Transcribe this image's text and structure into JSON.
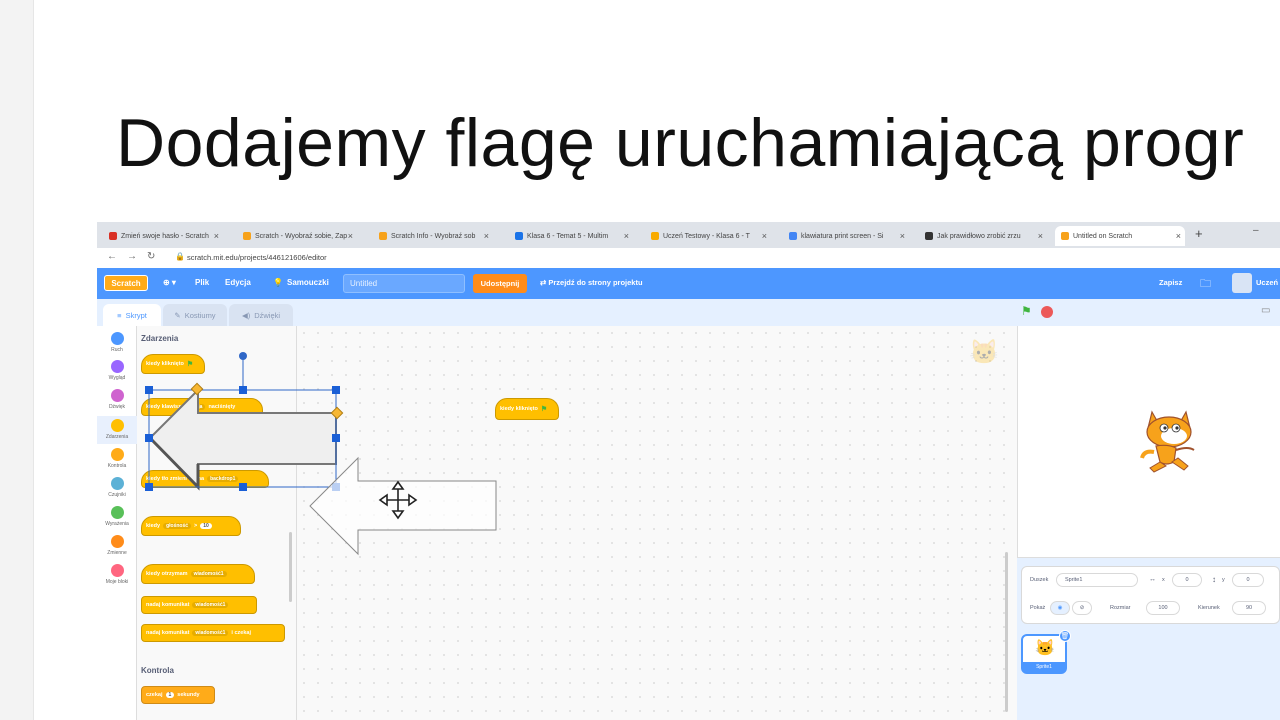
{
  "slide": {
    "title": "Dodajemy flagę uruchamiającą progr"
  },
  "browser": {
    "tabs": [
      {
        "label": "Zmień swoje hasło - Scratch",
        "color": "#d93025"
      },
      {
        "label": "Scratch - Wyobraź sobie, Zap",
        "color": "#f7a21b"
      },
      {
        "label": "Scratch Info - Wyobraź sob",
        "color": "#f7a21b"
      },
      {
        "label": "Klasa 6 - Temat 5 - Multim",
        "color": "#1a73e8"
      },
      {
        "label": "Uczeń Testowy - Klasa 6 - T",
        "color": "#f9ab00"
      },
      {
        "label": "klawiatura print screen - Si",
        "color": "#4285f4"
      },
      {
        "label": "Jak prawidłowo zrobić zrzu",
        "color": "#333333"
      },
      {
        "label": "Untitled on Scratch",
        "color": "#f7a21b"
      }
    ],
    "new_tab": "+",
    "minimize": "–",
    "url": "scratch.mit.edu/projects/446121606/editor"
  },
  "menubar": {
    "logo": "Scratch",
    "globe": "⊕ ▾",
    "file": "Plik",
    "edit": "Edycja",
    "tutorials": "Samouczki",
    "project_title": "Untitled",
    "share": "Udostępnij",
    "see_project": "Przejdź do strony projektu",
    "save_now": "Zapisz",
    "user": "Uczeń"
  },
  "editor_tabs": {
    "code": "Skrypt",
    "costumes": "Kostiumy",
    "sounds": "Dźwięki"
  },
  "categories": [
    {
      "label": "Ruch",
      "color": "#4c97ff"
    },
    {
      "label": "Wygląd",
      "color": "#9966ff"
    },
    {
      "label": "Dźwięk",
      "color": "#cf63cf"
    },
    {
      "label": "Zdarzenia",
      "color": "#ffbf00"
    },
    {
      "label": "Kontrola",
      "color": "#ffab19"
    },
    {
      "label": "Czujniki",
      "color": "#5cb1d6"
    },
    {
      "label": "Wyrażenia",
      "color": "#59c059"
    },
    {
      "label": "Zmienne",
      "color": "#ff8c1a"
    },
    {
      "label": "Moje bloki",
      "color": "#ff6680"
    }
  ],
  "palette": {
    "events_heading": "Zdarzenia",
    "control_heading": "Kontrola",
    "blocks": {
      "when_flag": "kiedy kliknięto",
      "when_key": "kiedy klawisz",
      "key_dropdown": "spacja",
      "key_suffix": "naciśnięty",
      "when_backdrop": "kiedy tło zmieni się na",
      "backdrop_dropdown": "backdrop1",
      "when_loudness": "kiedy",
      "loudness_dropdown": "głośność",
      "loudness_op": ">",
      "loudness_value": "10",
      "when_receive": "kiedy otrzymam",
      "receive_dropdown": "wiadomość1",
      "broadcast": "nadaj komunikat",
      "broadcast_dropdown": "wiadomość1",
      "broadcast_wait": "nadaj komunikat",
      "broadcast_wait_dropdown": "wiadomość1",
      "broadcast_wait_suffix": "i czekaj",
      "wait": "czekaj",
      "wait_value": "1",
      "wait_suffix": "sekundy"
    }
  },
  "script_area": {
    "block": "kiedy kliknięto"
  },
  "sprite_info": {
    "sprite_label": "Duszek",
    "sprite_name": "Sprite1",
    "x_label": "x",
    "x_value": "0",
    "y_label": "y",
    "y_value": "0",
    "show_label": "Pokaż",
    "size_label": "Rozmiar",
    "size_value": "100",
    "direction_label": "Kierunek",
    "direction_value": "90"
  },
  "sprite_list": {
    "sprite_name": "Sprite1"
  },
  "colors": {
    "scratch_blue": "#4d97ff",
    "events_yellow": "#ffbf00",
    "selection_blue": "#1a5fd6",
    "arrow_fill": "#eeeeee"
  }
}
